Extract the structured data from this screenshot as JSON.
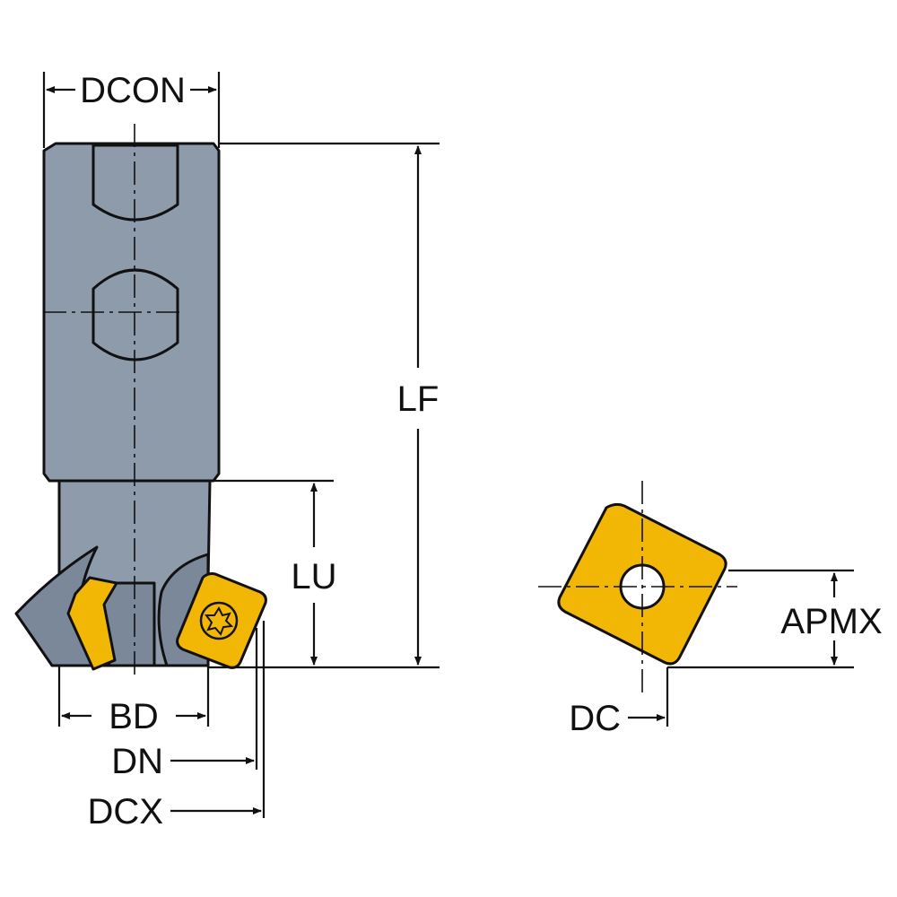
{
  "labels": {
    "dcon": "DCON",
    "lf": "LF",
    "lu": "LU",
    "bd": "BD",
    "dn": "DN",
    "dcx": "DCX",
    "apmx": "APMX",
    "dc": "DC"
  },
  "colors": {
    "body": "#8d9bab",
    "body_shadow": "#7a8899",
    "insert": "#f2b705",
    "outline": "#111111"
  }
}
